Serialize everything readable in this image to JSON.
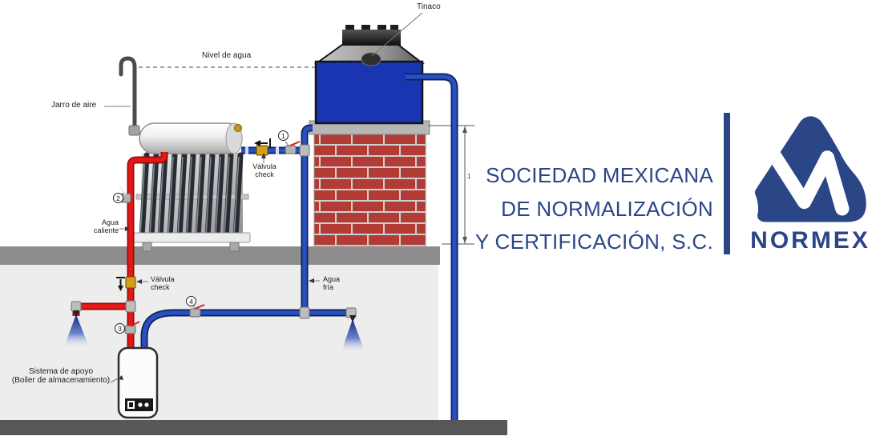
{
  "diagram": {
    "labels": {
      "tinaco": "Tinaco",
      "nivel_de_agua": "Nivel de agua",
      "jarro_de_aire": "Jarro de aire",
      "valvula": "Válvula",
      "check": "check",
      "agua": "Agua",
      "caliente": "caliente",
      "fria": "fría",
      "sistema_line1": "Sistema de apoyo",
      "sistema_line2": "(Boiler de almacenamiento)",
      "dimension_mark": "1"
    },
    "markers": {
      "m1": "1",
      "m2": "2",
      "m3": "3",
      "m4": "4"
    },
    "colors": {
      "hot_pipe": "#E81717",
      "cold_pipe": "#2A4FC0",
      "tinaco_blue": "#1A35B2",
      "brick_red": "#B23B35",
      "brand_blue": "#2B4687"
    }
  },
  "brand": {
    "line1": "SOCIEDAD MEXICANA",
    "line2": "DE NORMALIZACIÓN",
    "line3": "Y CERTIFICACIÓN, S.C.",
    "logo_text": "NORMEX"
  }
}
